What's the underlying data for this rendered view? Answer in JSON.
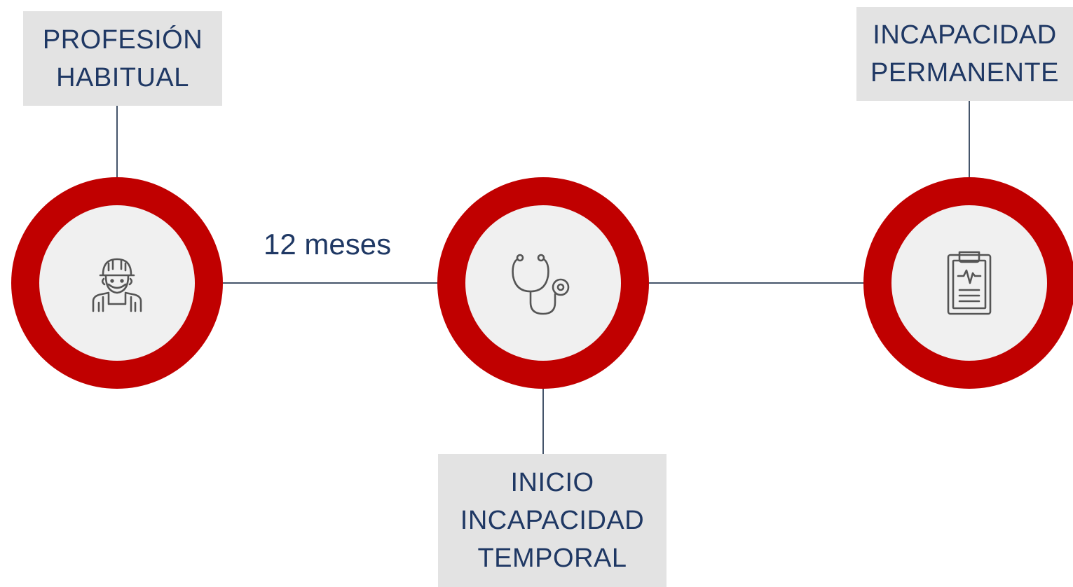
{
  "steps": [
    {
      "id": "profesion",
      "lines": [
        "PROFESIÓN",
        "HABITUAL"
      ],
      "icon": "worker-icon"
    },
    {
      "id": "inicio",
      "lines": [
        "INICIO",
        "INCAPACIDAD",
        "TEMPORAL"
      ],
      "icon": "stethoscope-icon"
    },
    {
      "id": "permanente",
      "lines": [
        "INCAPACIDAD",
        "PERMANENTE"
      ],
      "icon": "medical-clipboard-icon"
    }
  ],
  "period_label": "12 meses",
  "colors": {
    "ring": "#c00000",
    "ring_inner": "#f0f0f0",
    "label_bg": "#e3e3e3",
    "text": "#1f3864",
    "connector": "#44546a",
    "icon_stroke": "#555555"
  }
}
